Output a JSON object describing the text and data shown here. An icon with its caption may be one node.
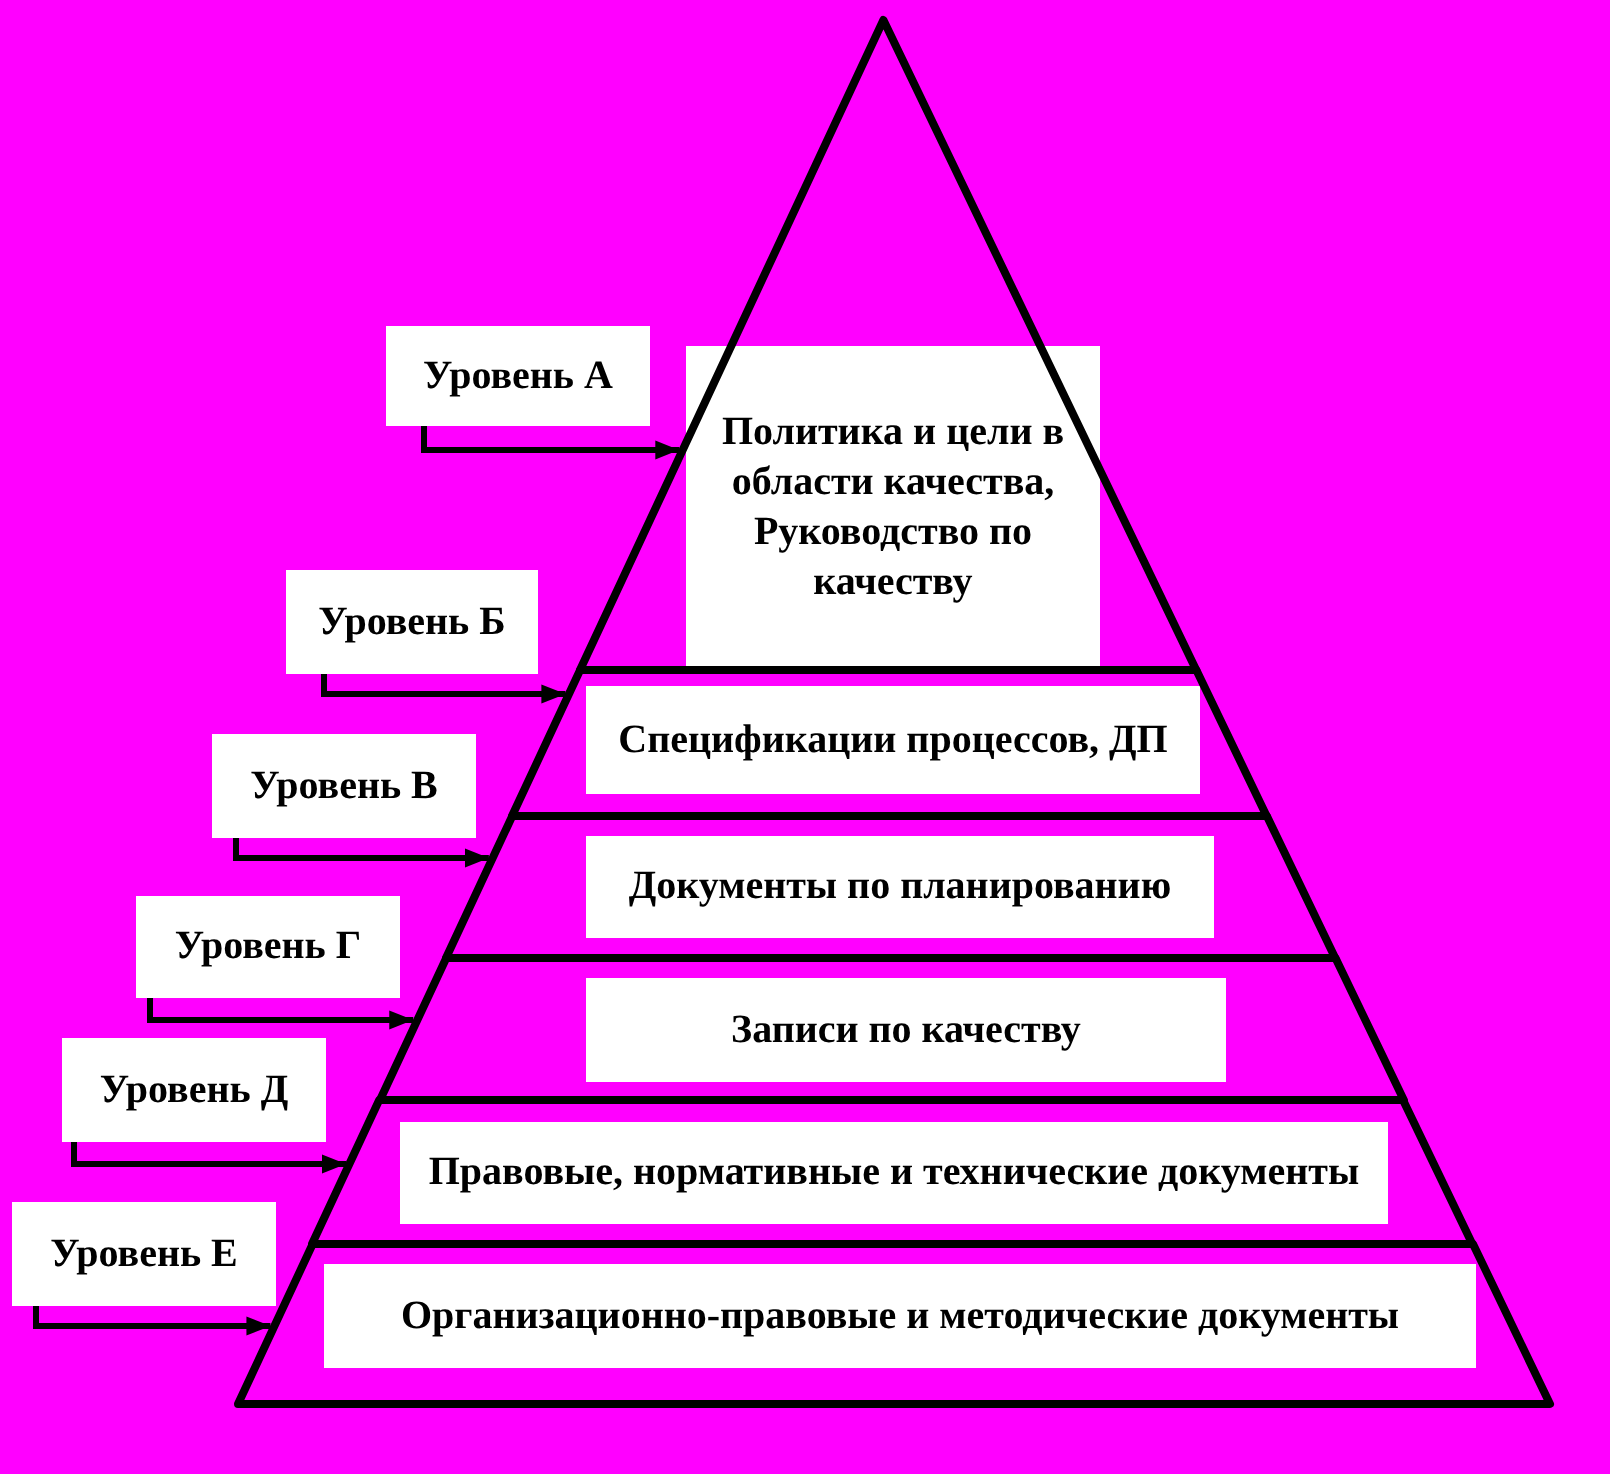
{
  "diagram": {
    "nodes": [
      {
        "text": [
          "Уровень А"
        ]
      },
      {
        "text": [
          "Политика и цели в области качества, Руководство по качеству"
        ]
      },
      {
        "text": [
          "Уровень Б"
        ]
      },
      {
        "text": [
          "Спецификации процессов, ДП"
        ]
      },
      {
        "text": [
          "Уровень В"
        ]
      },
      {
        "text": [
          "Документы по планированию"
        ]
      },
      {
        "text": [
          "Уровень Г"
        ]
      },
      {
        "text": [
          "Записи по качеству"
        ]
      },
      {
        "text": [
          "Уровень Д"
        ]
      },
      {
        "text": [
          "Правовые, нормативные и технические документы"
        ]
      },
      {
        "text": [
          "Уровень Е"
        ]
      },
      {
        "text": [
          "Организационно-правовые и методические документы"
        ]
      }
    ],
    "edges": [
      {
        "from": 0,
        "to": 1,
        "arrow": "to"
      },
      {
        "from": 2,
        "to": 3,
        "arrow": "to"
      },
      {
        "from": 4,
        "to": 5,
        "arrow": "to"
      },
      {
        "from": 6,
        "to": 7,
        "arrow": "to"
      },
      {
        "from": 8,
        "to": 9,
        "arrow": "to"
      },
      {
        "from": 10,
        "to": 11,
        "arrow": "to"
      }
    ]
  }
}
